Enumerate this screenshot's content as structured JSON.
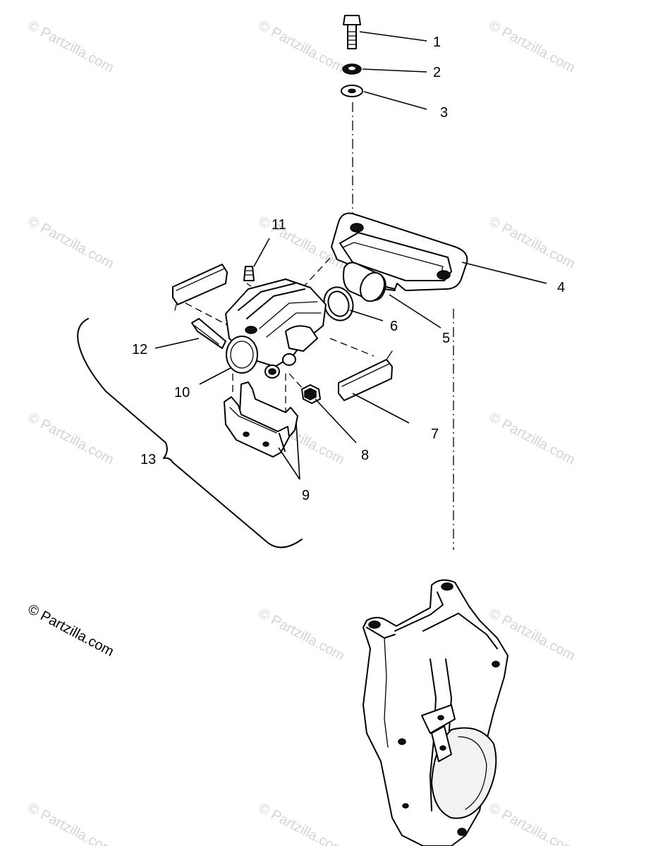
{
  "diagram": {
    "callouts": [
      "1",
      "2",
      "3",
      "4",
      "5",
      "6",
      "7",
      "8",
      "9",
      "10",
      "11",
      "12",
      "13"
    ],
    "copyright": "© Partzilla.com",
    "watermark": "© Partzilla.com"
  }
}
